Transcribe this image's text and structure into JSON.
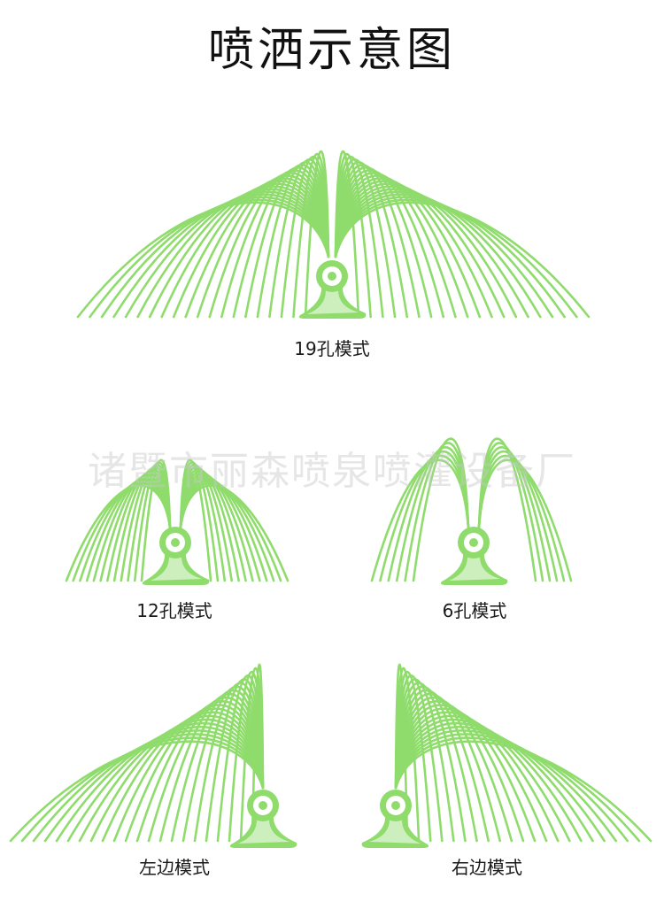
{
  "title": "喷洒示意图",
  "watermark": "诸暨市丽森喷泉喷灌设备厂",
  "colors": {
    "spray": "#8fdc6d",
    "nozzle": "#8fdc6d",
    "text": "#1a1a1a"
  },
  "modes": [
    {
      "label": "19孔模式"
    },
    {
      "label": "12孔模式"
    },
    {
      "label": "6孔模式"
    },
    {
      "label": "左边模式"
    },
    {
      "label": "右边模式"
    }
  ]
}
